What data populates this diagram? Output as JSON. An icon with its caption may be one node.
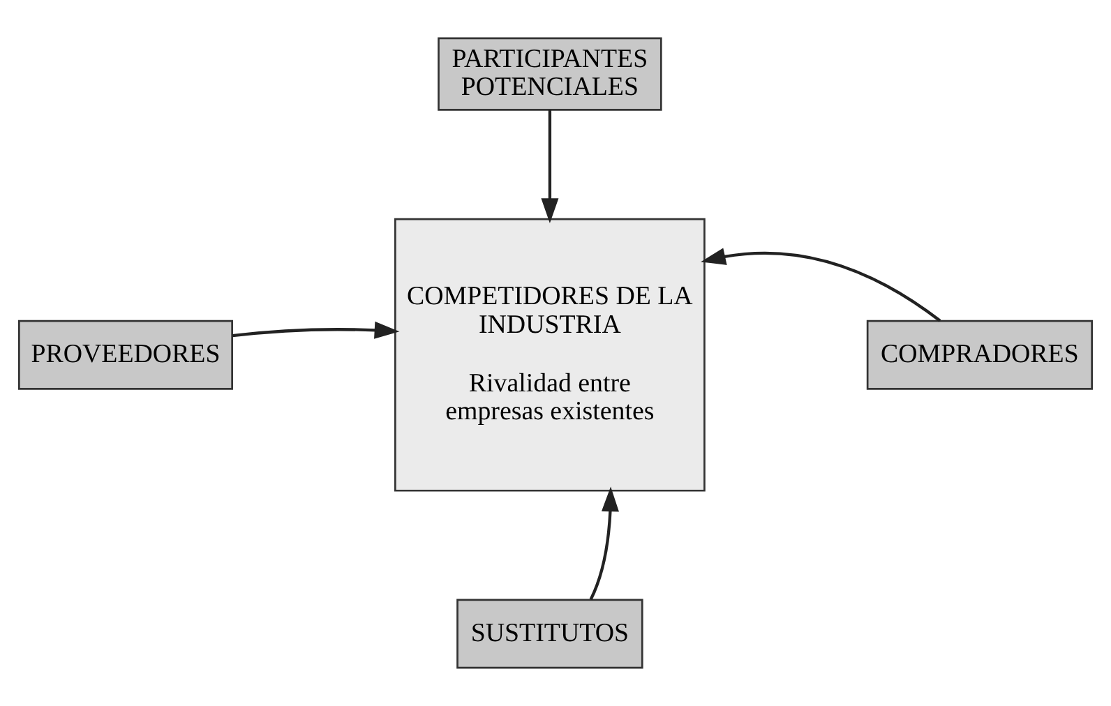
{
  "diagram": {
    "nodes": [
      {
        "text": [
          "PARTICIPANTES POTENCIALES"
        ]
      },
      {
        "text": [
          "PROVEEDORES"
        ]
      },
      {
        "text": [
          "COMPETIDORES DE LA INDUSTRIA",
          "Rivalidad entre empresas existentes"
        ]
      },
      {
        "text": [
          "COMPRADORES"
        ]
      },
      {
        "text": [
          "SUSTITUTOS"
        ]
      }
    ],
    "edges": [
      {
        "from": 0,
        "to": 2,
        "arrow": "to"
      },
      {
        "from": 1,
        "to": 2,
        "arrow": "to"
      },
      {
        "from": 3,
        "to": 2,
        "arrow": "to"
      },
      {
        "from": 4,
        "to": 2,
        "arrow": "to"
      }
    ]
  }
}
